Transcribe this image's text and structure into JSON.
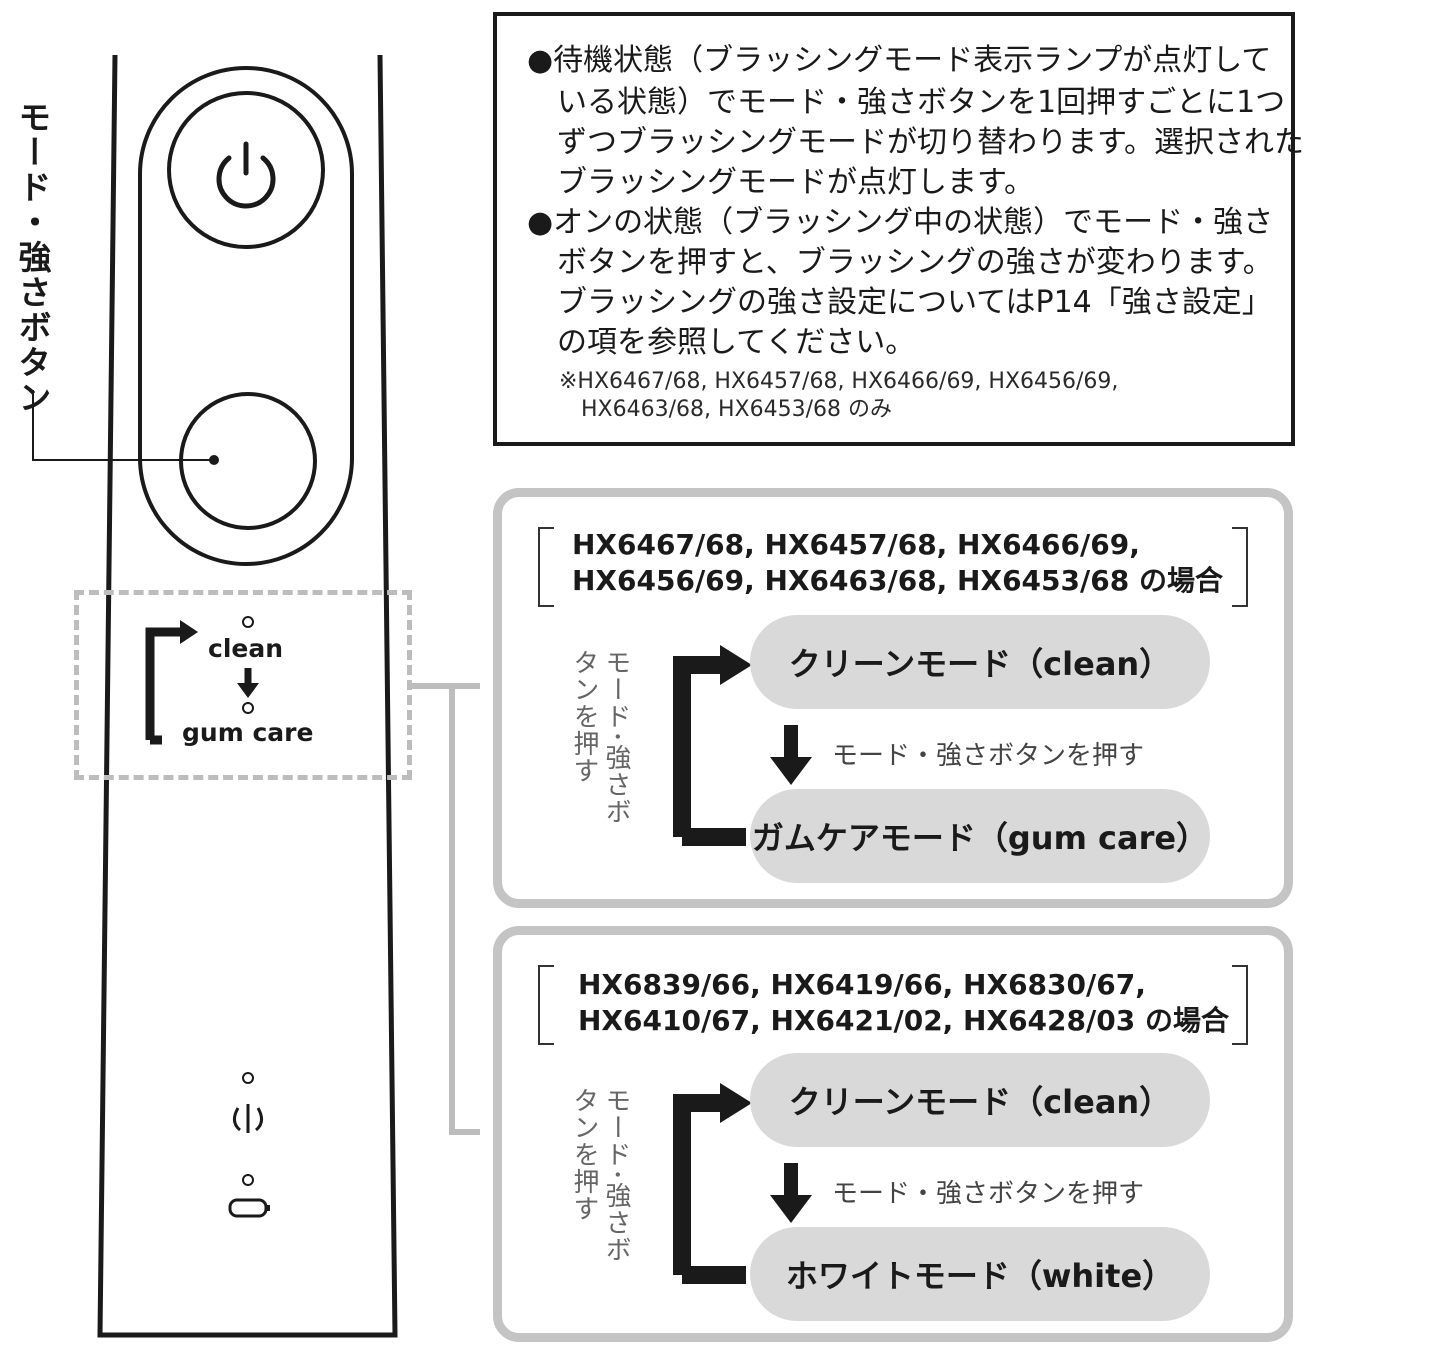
{
  "side_label": "モード・強さボタン",
  "mode_indicator": {
    "clean": "clean",
    "gum_care": "gum care"
  },
  "info": {
    "lines": [
      "●待機状態（ブラッシングモード表示ランプが点灯して",
      "　いる状態）でモード・強さボタンを1回押すごとに1つ",
      "　ずつブラッシングモードが切り替わります。選択された",
      "　ブラッシングモードが点灯します。",
      "●オンの状態（ブラッシング中の状態）でモード・強さ",
      "　ボタンを押すと、ブラッシングの強さが変わります。",
      "　ブラッシングの強さ設定についてはP14「強さ設定」",
      "　の項を参照してください。"
    ],
    "notes": [
      "※HX6467/68, HX6457/68, HX6466/69, HX6456/69,",
      "HX6463/68, HX6453/68  のみ"
    ]
  },
  "panel1": {
    "models_line1": "HX6467/68, HX6457/68, HX6466/69,",
    "models_line2": "HX6456/69, HX6463/68, HX6453/68 の場合",
    "vertical_label": "モード･強さボタンを押す",
    "mode_top": "クリーンモード（clean）",
    "press": "モード・強さボタンを押す",
    "mode_bottom": "ガムケアモード（gum care）"
  },
  "panel2": {
    "models_line1": "HX6839/66, HX6419/66, HX6830/67,",
    "models_line2": "HX6410/67, HX6421/02, HX6428/03 の場合",
    "vertical_label": "モード･強さボタンを押す",
    "mode_top": "クリーンモード（clean）",
    "press": "モード・強さボタンを押す",
    "mode_bottom": "ホワイトモード（white）"
  }
}
